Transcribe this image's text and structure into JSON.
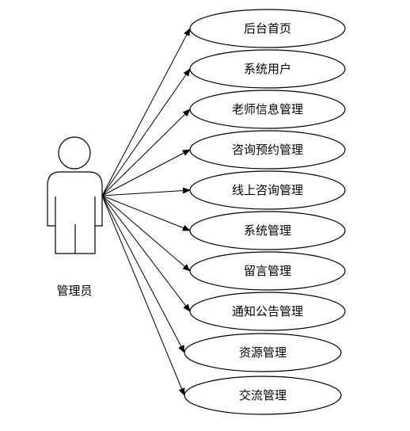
{
  "actor": {
    "label": "管理员"
  },
  "use_cases": [
    "后台首页",
    "系统用户",
    "老师信息管理",
    "咨询预约管理",
    "线上咨询管理",
    "系统管理",
    "留言管理",
    "通知公告管理",
    "资源管理",
    "交流管理"
  ],
  "colors": {
    "stroke": "#000000",
    "fill": "#ffffff"
  }
}
